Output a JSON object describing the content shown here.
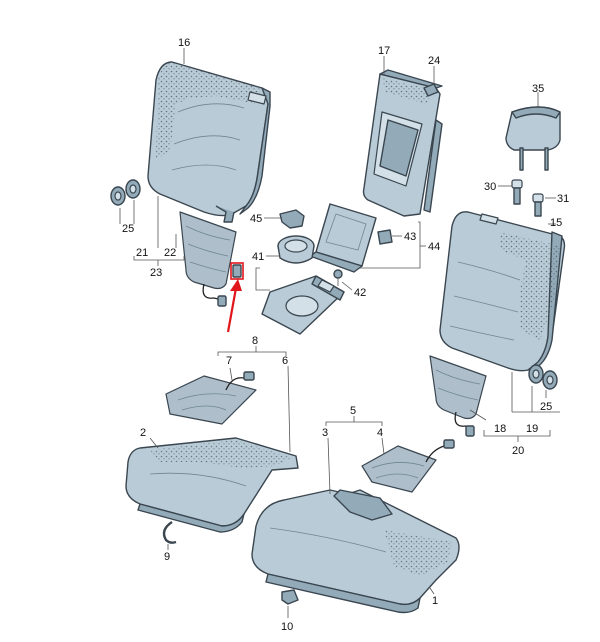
{
  "diagram": {
    "callouts": [
      "1",
      "2",
      "3",
      "4",
      "5",
      "6",
      "7",
      "8",
      "9",
      "10",
      "15",
      "16",
      "17",
      "18",
      "19",
      "20",
      "21",
      "22",
      "23",
      "24",
      "25",
      "25",
      "30",
      "31",
      "35",
      "41",
      "42",
      "43",
      "44",
      "45"
    ],
    "colors": {
      "part_fill": "#b9cbd6",
      "part_outline": "#3a4650",
      "highlight": "#e0161b"
    }
  }
}
